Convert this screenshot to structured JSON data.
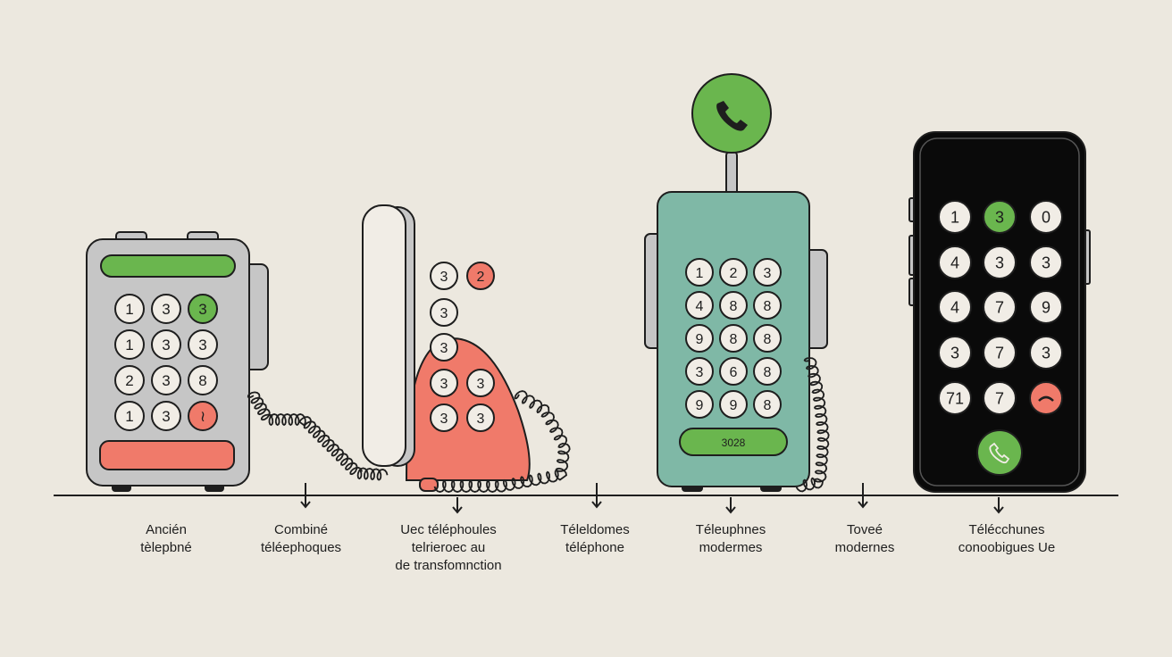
{
  "colors": {
    "background": "#ece8df",
    "outline": "#1e1e1e",
    "green": "#6ab64e",
    "red": "#f07a6a",
    "teal": "#7fb8a6",
    "gray": "#c6c6c6",
    "cream": "#f1ede6",
    "black": "#0a0a0a"
  },
  "phones": {
    "landline": {
      "keys": [
        "1",
        "3",
        "3",
        "1",
        "3",
        "3",
        "2",
        "3",
        "8",
        "1",
        "3",
        "≀"
      ]
    },
    "rotary": {
      "keys": [
        "3",
        "2",
        "3",
        "3",
        "3",
        "3",
        "3",
        "3"
      ]
    },
    "cordless": {
      "keys": [
        "1",
        "2",
        "3",
        "4",
        "8",
        "8",
        "9",
        "8",
        "8",
        "3",
        "6",
        "8",
        "9",
        "9",
        "8"
      ],
      "display_code": "3028",
      "call_icon": "phone-call-icon"
    },
    "smartphone": {
      "keys": [
        "1",
        "3",
        "0",
        "4",
        "3",
        "3",
        "4",
        "7",
        "9",
        "3",
        "7",
        "3",
        "71",
        "7"
      ],
      "hangup_icon": "hangup-icon",
      "call_icon": "phone-call-icon"
    }
  },
  "timeline": [
    {
      "line1": "Ancién",
      "line2": "tèlepbné",
      "line3": ""
    },
    {
      "line1": "Combiné",
      "line2": "téléephoques",
      "line3": ""
    },
    {
      "line1": "Uec téléphoules",
      "line2": "telrieroec au",
      "line3": "de transfomnction"
    },
    {
      "line1": "Téleldomes",
      "line2": "téléphone",
      "line3": ""
    },
    {
      "line1": "Téleuphnes",
      "line2": "modermes",
      "line3": ""
    },
    {
      "line1": "Toveé",
      "line2": "modernes",
      "line3": ""
    },
    {
      "line1": "Télécchunes",
      "line2": "conoobigues Ue",
      "line3": ""
    }
  ]
}
